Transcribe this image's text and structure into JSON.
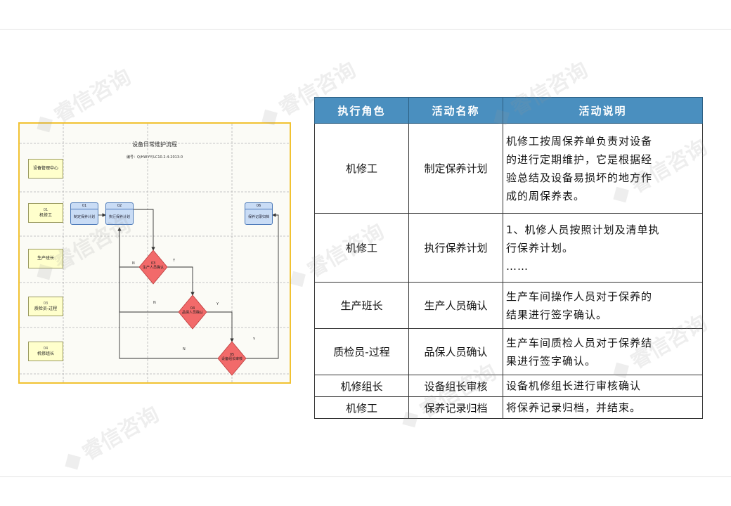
{
  "flowchart": {
    "title": "设备日常维护流程",
    "code": "编号：Q/HW-YY/LC10.2-4-2013-0",
    "lanes": [
      {
        "n": "",
        "label": "设备管理中心"
      },
      {
        "n": "01",
        "label": "机修工"
      },
      {
        "n": "",
        "label": "生产班长"
      },
      {
        "n": "03",
        "label": "质检员-过程"
      },
      {
        "n": "04",
        "label": "机修组长"
      }
    ],
    "tasks": [
      {
        "id": "01",
        "name": "制定保养计划"
      },
      {
        "id": "02",
        "name": "执行保养计划"
      },
      {
        "id": "06",
        "name": "保养记录归档"
      }
    ],
    "decisions": [
      {
        "id": "03",
        "name": "生产人员确认"
      },
      {
        "id": "04",
        "name": "品保人员确认"
      },
      {
        "id": "05",
        "name": "设备组长审核"
      }
    ],
    "edge_labels": {
      "yes": "Y",
      "no": "N"
    }
  },
  "table": {
    "headers": [
      "执行角色",
      "活动名称",
      "活动说明"
    ],
    "rows": [
      {
        "role": "机修工",
        "activity": "制定保养计划",
        "desc": [
          "机修工按周保养单负责对设备",
          "的进行定期维护，它是根据经",
          "验总结及设备易损坏的地方作",
          "成的周保养表。"
        ]
      },
      {
        "role": "机修工",
        "activity": "执行保养计划",
        "desc": [
          "1、机修人员按照计划及清单执",
          "行保养计划。",
          "……"
        ]
      },
      {
        "role": "生产班长",
        "activity": "生产人员确认",
        "desc": [
          "生产车间操作人员对于保养的",
          "结果进行签字确认。"
        ]
      },
      {
        "role": "质检员-过程",
        "activity": "品保人员确认",
        "desc": [
          "生产车间质检人员对于保养结",
          "果进行签字确认。"
        ]
      },
      {
        "role": "机修组长",
        "activity": "设备组长审核",
        "desc": [
          "设备机修组长进行审核确认"
        ]
      },
      {
        "role": "机修工",
        "activity": "保养记录归档",
        "desc": [
          "将保养记录归档，并结束。"
        ]
      }
    ]
  },
  "watermark": "睿信咨询"
}
